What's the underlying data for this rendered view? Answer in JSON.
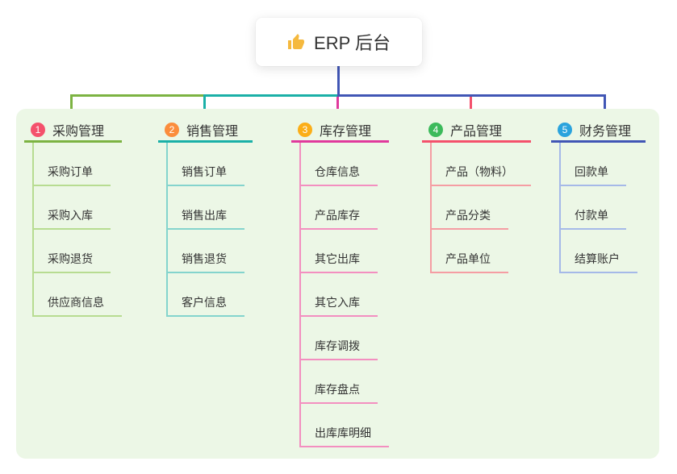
{
  "root": {
    "label": "ERP 后台",
    "icon": "thumbs-up-icon",
    "icon_color": "#f5b93e"
  },
  "canvas": {
    "background": "#ffffff",
    "panel_color": "#ecf7e6",
    "text_color": "#333333",
    "stem_color": "#4156b5"
  },
  "branches": [
    {
      "num": "1",
      "label": "采购管理",
      "badge_color": "#f4516c",
      "line_color": "#7cb342",
      "sub_line_color": "#b7dc91",
      "children": [
        "采购订单",
        "采购入库",
        "采购退货",
        "供应商信息"
      ]
    },
    {
      "num": "2",
      "label": "销售管理",
      "badge_color": "#fb8d3c",
      "line_color": "#1ab0a7",
      "sub_line_color": "#84d4cd",
      "children": [
        "销售订单",
        "销售出库",
        "销售退货",
        "客户信息"
      ]
    },
    {
      "num": "3",
      "label": "库存管理",
      "badge_color": "#fbae17",
      "line_color": "#e0399c",
      "sub_line_color": "#f38fc0",
      "children": [
        "仓库信息",
        "产品库存",
        "其它出库",
        "其它入库",
        "库存调拨",
        "库存盘点",
        "出库库明细"
      ]
    },
    {
      "num": "4",
      "label": "产品管理",
      "badge_color": "#3cba5b",
      "line_color": "#f4516c",
      "sub_line_color": "#f59da3",
      "children": [
        "产品（物料）",
        "产品分类",
        "产品单位"
      ]
    },
    {
      "num": "5",
      "label": "财务管理",
      "badge_color": "#2aa3dd",
      "line_color": "#4156b5",
      "sub_line_color": "#a5b9e8",
      "children": [
        "回款单",
        "付款单",
        "结算账户"
      ]
    }
  ]
}
